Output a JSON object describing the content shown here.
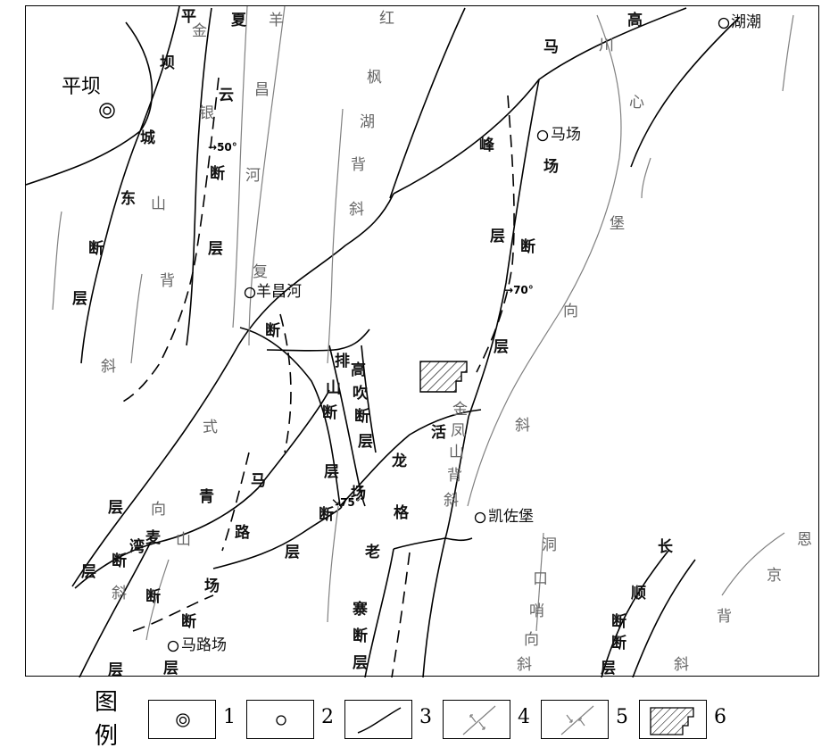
{
  "colors": {
    "fault": "#000000",
    "fold_axis": "#808080",
    "fold_text": "#666666",
    "hatch": "#000000"
  },
  "map": {
    "cities": [
      {
        "id": "pingba",
        "name": "平坝"
      }
    ],
    "towns": [
      {
        "id": "majiang",
        "name": "马场"
      },
      {
        "id": "yangchanghe",
        "name": "羊昌河"
      },
      {
        "id": "kaizuobao",
        "name": "凯佐堡"
      },
      {
        "id": "maluchang",
        "name": "马路场"
      },
      {
        "id": "huchao",
        "name": "湖潮"
      }
    ],
    "dips": [
      "50°",
      "70°",
      "75°"
    ],
    "fault_text": [
      "平",
      "夏",
      "坝",
      "城",
      "云",
      "断",
      "东",
      "断",
      "层",
      "层",
      "断",
      "马",
      "峰",
      "场",
      "断",
      "层",
      "高",
      "排",
      "山",
      "断",
      "高",
      "吹",
      "断",
      "层",
      "层",
      "龙",
      "场",
      "断",
      "活",
      "格",
      "老",
      "寨",
      "断",
      "层",
      "层",
      "青",
      "马",
      "路",
      "层",
      "层",
      "湾",
      "断",
      "麦",
      "层",
      "断",
      "断",
      "场",
      "断",
      "层",
      "层",
      "长",
      "顺",
      "断",
      "层"
    ],
    "fold_text": [
      "金",
      "羊",
      "红",
      "川",
      "心",
      "枫",
      "湖",
      "背",
      "斜",
      "银",
      "昌",
      "河",
      "复",
      "山",
      "背",
      "斜",
      "堡",
      "向",
      "斜",
      "金",
      "凤",
      "山",
      "背",
      "斜",
      "式",
      "向",
      "山",
      "斜",
      "洞",
      "口",
      "哨",
      "向",
      "斜",
      "恩",
      "京",
      "背",
      "斜"
    ]
  },
  "legend": {
    "title": "图例",
    "items": [
      {
        "number": "1",
        "symbol": "county-seat-icon"
      },
      {
        "number": "2",
        "symbol": "township-icon"
      },
      {
        "number": "3",
        "symbol": "fault-line-icon"
      },
      {
        "number": "4",
        "symbol": "syncline-axis-icon"
      },
      {
        "number": "5",
        "symbol": "anticline-axis-icon"
      },
      {
        "number": "6",
        "symbol": "study-area-icon"
      }
    ]
  }
}
